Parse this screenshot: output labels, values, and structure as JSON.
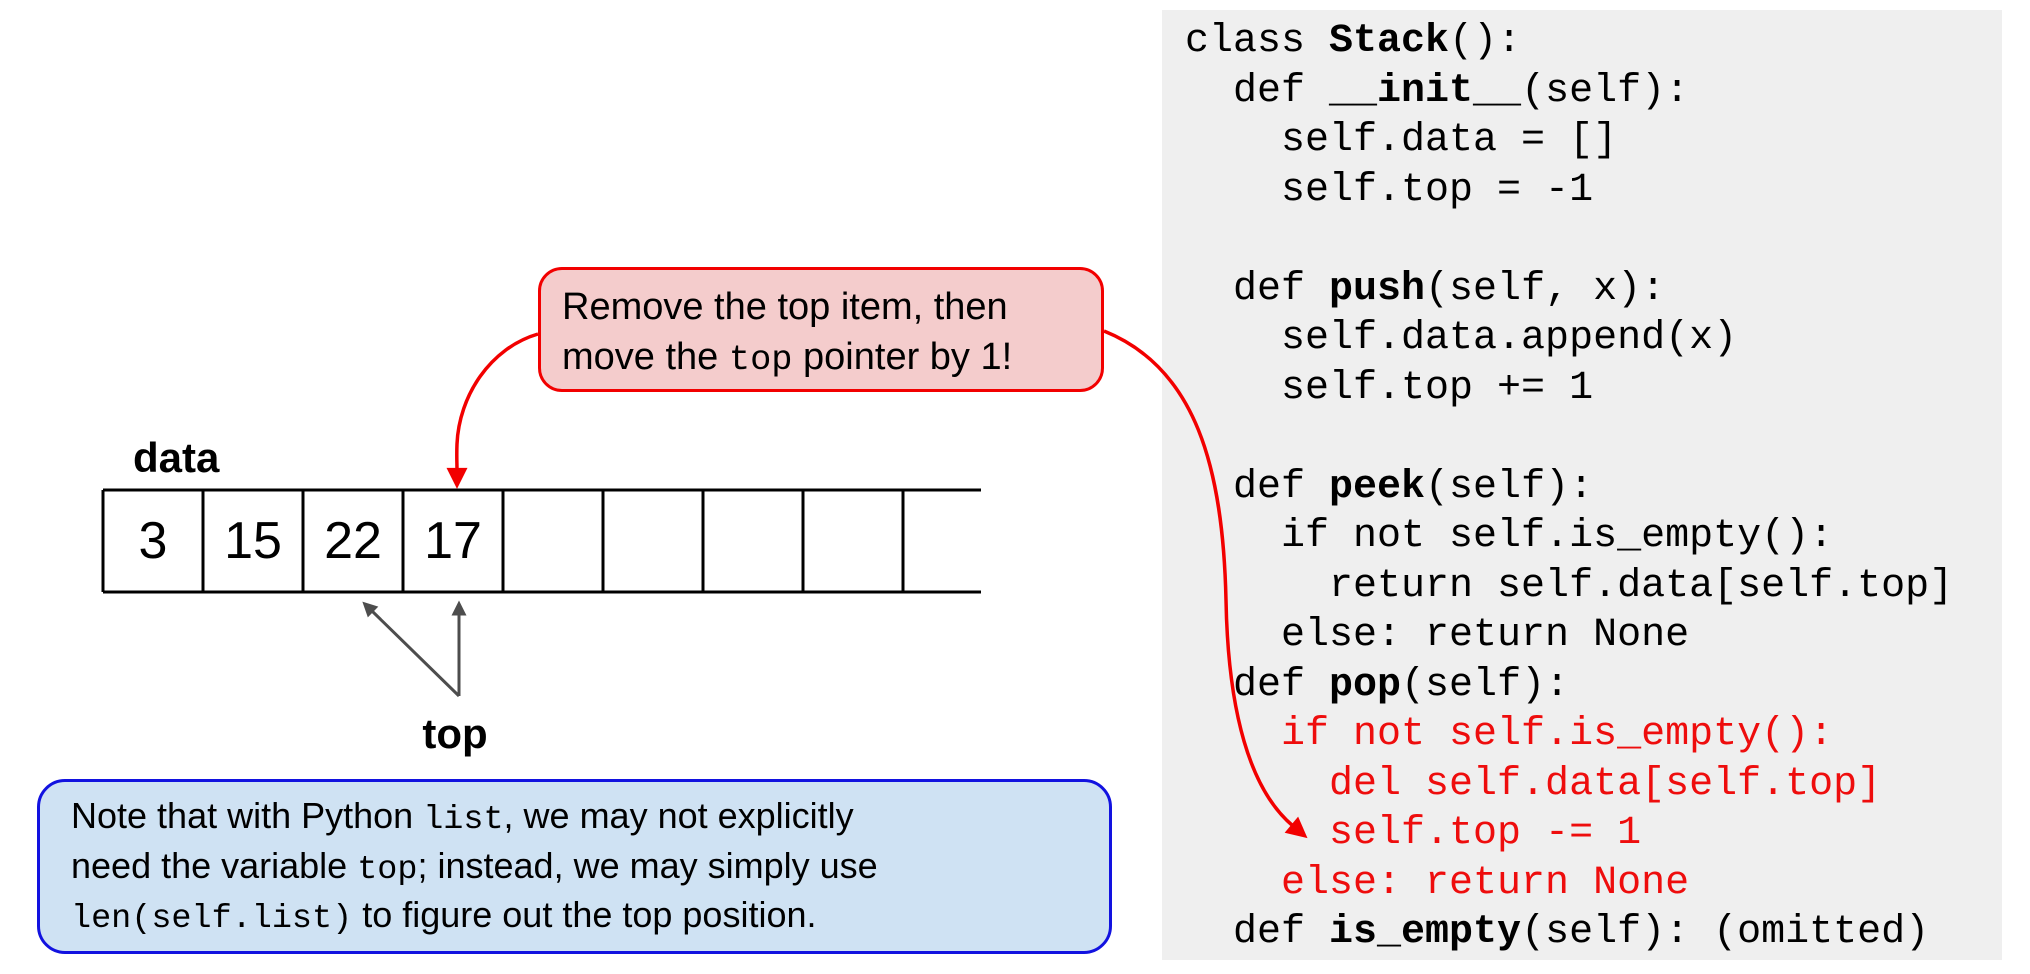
{
  "colors": {
    "panel_bg": "#efefef",
    "red": "#f20000",
    "code_red": "#ee0d0d",
    "pink_fill": "#f4cccc",
    "blue_fill": "#cfe2f3",
    "blue_border": "#1212e0",
    "gray_arrow": "#4d4d4d",
    "ink": "#000000"
  },
  "diagram": {
    "array_label": "data",
    "pointer_label": "top",
    "cells": [
      "3",
      "15",
      "22",
      "17",
      "",
      "",
      "",
      ""
    ]
  },
  "callout": {
    "lines": [
      {
        "segs": [
          {
            "t": "Remove the top item, then"
          }
        ]
      },
      {
        "segs": [
          {
            "t": "move the "
          },
          {
            "t": "top",
            "mono": true
          },
          {
            "t": " pointer by 1!"
          }
        ]
      }
    ]
  },
  "note": {
    "lines": [
      {
        "segs": [
          {
            "t": "Note that with Python "
          },
          {
            "t": "list",
            "mono": true
          },
          {
            "t": ", we may not explicitly"
          }
        ]
      },
      {
        "segs": [
          {
            "t": "need the variable "
          },
          {
            "t": "top",
            "mono": true
          },
          {
            "t": "; instead, we may simply use"
          }
        ]
      },
      {
        "segs": [
          {
            "t": "len(self.list)",
            "mono": true
          },
          {
            "t": " to figure out the top position."
          }
        ]
      }
    ]
  },
  "code": {
    "lines": [
      {
        "segs": [
          {
            "t": "class "
          },
          {
            "t": "Stack",
            "b": true
          },
          {
            "t": "():"
          }
        ]
      },
      {
        "segs": [
          {
            "t": "  def "
          },
          {
            "t": "__init__",
            "b": true
          },
          {
            "t": "(self):"
          }
        ]
      },
      {
        "segs": [
          {
            "t": "    self.data = []"
          }
        ]
      },
      {
        "segs": [
          {
            "t": "    self.top = -1"
          }
        ]
      },
      {
        "segs": [
          {
            "t": ""
          }
        ]
      },
      {
        "segs": [
          {
            "t": "  def "
          },
          {
            "t": "push",
            "b": true
          },
          {
            "t": "(self, x):"
          }
        ]
      },
      {
        "segs": [
          {
            "t": "    self.data.append(x)"
          }
        ]
      },
      {
        "segs": [
          {
            "t": "    self.top += 1"
          }
        ]
      },
      {
        "segs": [
          {
            "t": ""
          }
        ]
      },
      {
        "segs": [
          {
            "t": "  def "
          },
          {
            "t": "peek",
            "b": true
          },
          {
            "t": "(self):"
          }
        ]
      },
      {
        "segs": [
          {
            "t": "    if not self.is_empty():"
          }
        ]
      },
      {
        "segs": [
          {
            "t": "      return self.data[self.top]"
          }
        ]
      },
      {
        "segs": [
          {
            "t": "    else: return None"
          }
        ]
      },
      {
        "segs": [
          {
            "t": "  def "
          },
          {
            "t": "pop",
            "b": true
          },
          {
            "t": "(self):"
          }
        ]
      },
      {
        "red": true,
        "segs": [
          {
            "t": "    if not self.is_empty():"
          }
        ]
      },
      {
        "red": true,
        "segs": [
          {
            "t": "      del self.data[self.top]"
          }
        ]
      },
      {
        "red": true,
        "segs": [
          {
            "t": "      self.top -= 1"
          }
        ]
      },
      {
        "red": true,
        "segs": [
          {
            "t": "    else: return None"
          }
        ]
      },
      {
        "segs": [
          {
            "t": "  def "
          },
          {
            "t": "is_empty",
            "b": true
          },
          {
            "t": "(self): (omitted)"
          }
        ]
      }
    ]
  }
}
